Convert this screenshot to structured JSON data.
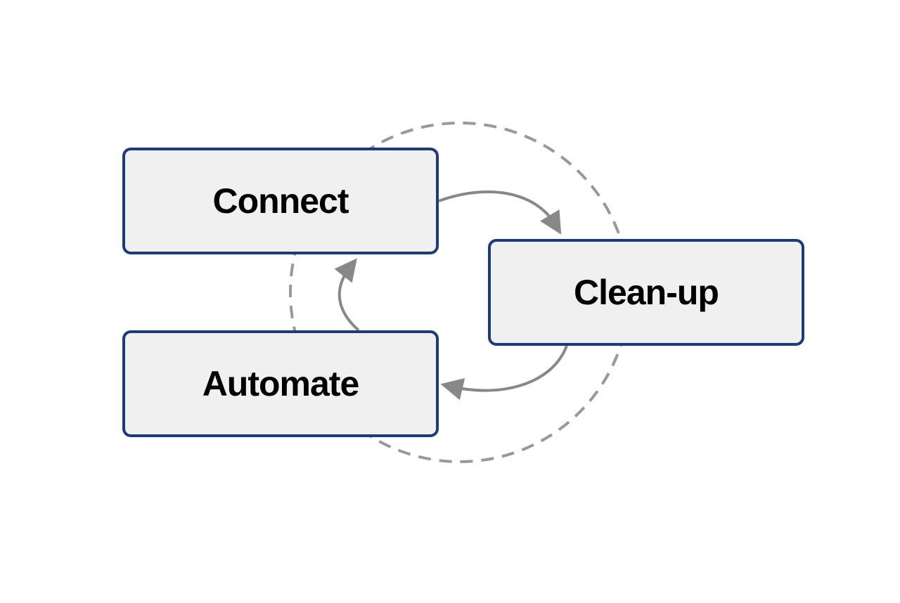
{
  "nodes": {
    "connect": {
      "label": "Connect"
    },
    "cleanup": {
      "label": "Clean-up"
    },
    "automate": {
      "label": "Automate"
    }
  },
  "colors": {
    "box_fill": "#f0f0f0",
    "box_border": "#1f3a78",
    "arrow": "#888888",
    "dashed_circle": "#999999",
    "text": "#000000"
  }
}
